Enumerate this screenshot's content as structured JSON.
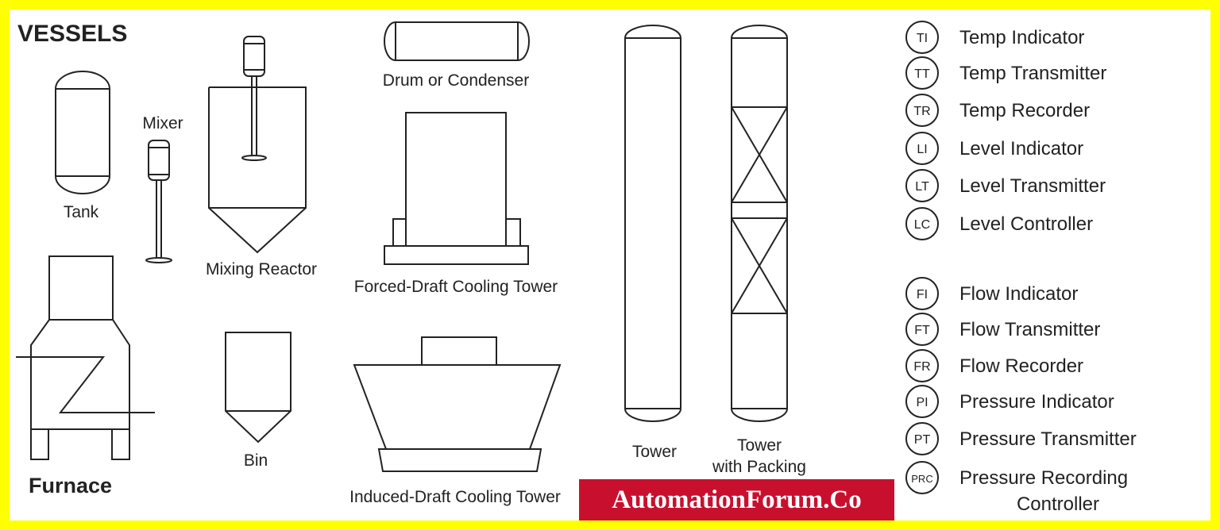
{
  "heading": "VESSELS",
  "labels": {
    "tank": "Tank",
    "mixer": "Mixer",
    "mixing_reactor": "Mixing Reactor",
    "drum": "Drum or Condenser",
    "forced_draft": "Forced-Draft Cooling Tower",
    "induced_draft": "Induced-Draft Cooling Tower",
    "furnace": "Furnace",
    "bin": "Bin",
    "tower": "Tower",
    "tower_packing_line1": "Tower",
    "tower_packing_line2": "with Packing"
  },
  "legend": [
    {
      "tag": "TI",
      "name": "Temp Indicator"
    },
    {
      "tag": "TT",
      "name": "Temp Transmitter"
    },
    {
      "tag": "TR",
      "name": "Temp Recorder"
    },
    {
      "tag": "LI",
      "name": "Level Indicator"
    },
    {
      "tag": "LT",
      "name": "Level Transmitter"
    },
    {
      "tag": "LC",
      "name": "Level Controller"
    },
    {
      "tag": "FI",
      "name": "Flow Indicator"
    },
    {
      "tag": "FT",
      "name": "Flow Transmitter"
    },
    {
      "tag": "FR",
      "name": "Flow Recorder"
    },
    {
      "tag": "PI",
      "name": "Pressure Indicator"
    },
    {
      "tag": "PT",
      "name": "Pressure Transmitter"
    },
    {
      "tag": "PRC",
      "name": "Pressure Recording",
      "name_line2": "Controller"
    }
  ],
  "watermark": "AutomationForum.Co",
  "colors": {
    "frame": "#ffff00",
    "watermark_bg": "#c8102e",
    "watermark_text": "#ffffff"
  }
}
